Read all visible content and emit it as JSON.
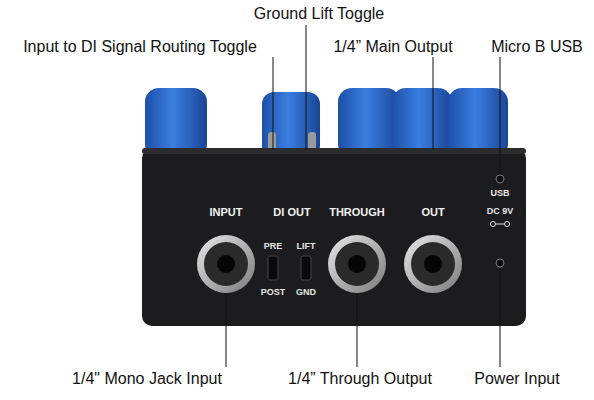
{
  "diagram": {
    "labels": [
      "Ground Lift Toggle",
      "Input to DI Signal Routing Toggle",
      "1/4” Main Output",
      "Micro B USB",
      "INPUT",
      "DI OUT",
      "THROUGH",
      "OUT",
      "PRE",
      "LIFT",
      "POST",
      "GND",
      "USB",
      "DC 9V",
      "1/4\" Mono Jack Input",
      "1/4” Through Output",
      "Power Input"
    ]
  }
}
